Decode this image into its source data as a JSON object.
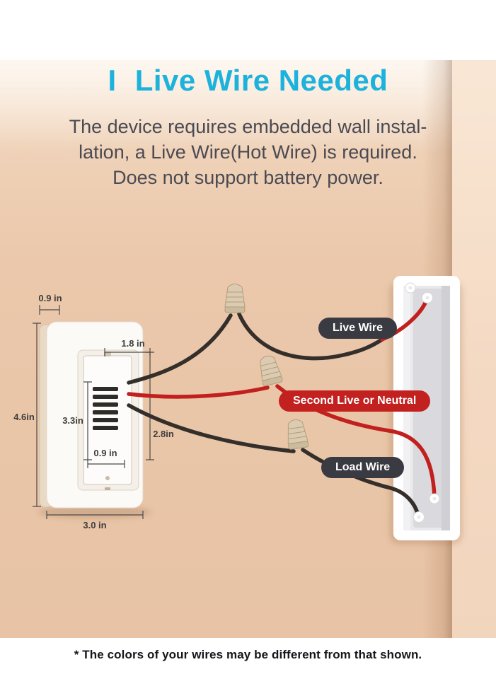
{
  "title": {
    "marker": "I",
    "text": "Live Wire Needed"
  },
  "description": {
    "lines": [
      "The device requires embedded wall instal-",
      "lation, a Live Wire(Hot Wire) is required.",
      "Does not support battery power."
    ]
  },
  "wire_labels": {
    "live": "Live Wire",
    "second": "Second Live or Neutral",
    "load": "Load Wire"
  },
  "dimensions": {
    "side_depth": "0.9 in",
    "module_width": "1.8 in",
    "plate_height": "4.6in",
    "inner_height": "3.3in",
    "module_height": "2.8in",
    "inner_width": "0.9 in",
    "plate_width": "3.0 in"
  },
  "footnote": {
    "text": "* The colors of your wires may be different from that shown."
  },
  "colors": {
    "title_accent": "#1db2dc",
    "body_text": "#4a4a53",
    "label_dark_bg": "#3a3a42",
    "label_red_bg": "#c32020",
    "wire_black": "#342f2b",
    "wire_red": "#c1201e",
    "wall_left": "#ebc8ab",
    "wall_right": "#f5dcc4",
    "wire_nut": "#dccbb0"
  }
}
